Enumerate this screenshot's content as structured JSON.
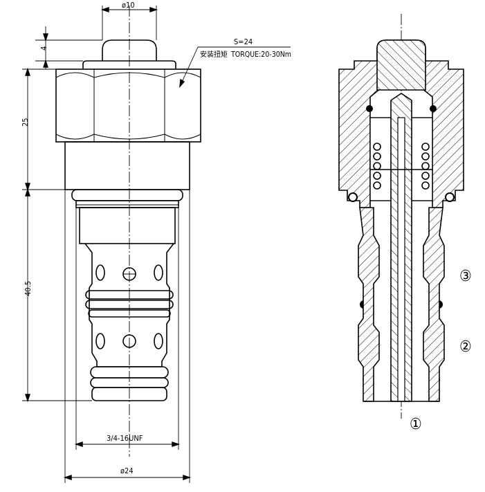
{
  "dimensions": {
    "top_diameter": "ø10",
    "hex_size": "S=24",
    "torque_cn": "安装扭矩",
    "torque": "TORQUE:20-30Nm",
    "cap_height": "4",
    "hex_height": "25",
    "body_length": "40.5",
    "thread": "3/4-16UNF",
    "max_diameter": "ø24"
  },
  "ports": [
    "①",
    "②",
    "③"
  ]
}
